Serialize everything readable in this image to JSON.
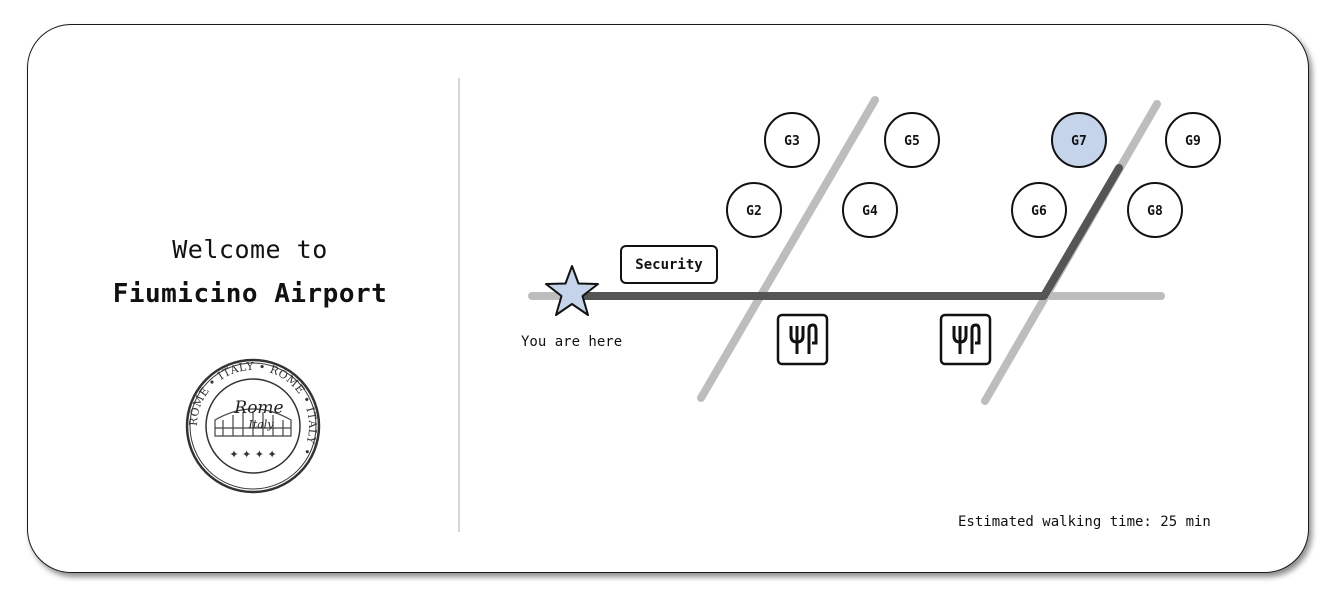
{
  "welcome": {
    "line1": "Welcome to",
    "line2": "Fiumicino Airport"
  },
  "stamp": {
    "text_outer": "ROME • ITALY • ROME • ITALY •",
    "text_center_top": "Rome",
    "text_center_bottom": "Italy"
  },
  "map": {
    "you_are_here": "You are here",
    "security_label": "Security",
    "gates": [
      {
        "id": "G2",
        "label": "G2",
        "highlighted": false
      },
      {
        "id": "G3",
        "label": "G3",
        "highlighted": false
      },
      {
        "id": "G4",
        "label": "G4",
        "highlighted": false
      },
      {
        "id": "G5",
        "label": "G5",
        "highlighted": false
      },
      {
        "id": "G6",
        "label": "G6",
        "highlighted": false
      },
      {
        "id": "G7",
        "label": "G7",
        "highlighted": true
      },
      {
        "id": "G8",
        "label": "G8",
        "highlighted": false
      },
      {
        "id": "G9",
        "label": "G9",
        "highlighted": false
      }
    ],
    "icons": [
      "star-you-are-here-icon",
      "restaurant-icon",
      "restaurant-icon"
    ],
    "walking_time": "Estimated walking time: 25 min"
  },
  "colors": {
    "highlight": "#c5d4ea",
    "route": "#555555",
    "corridor": "#bdbdbd",
    "star_fill": "#c5d4ea"
  }
}
